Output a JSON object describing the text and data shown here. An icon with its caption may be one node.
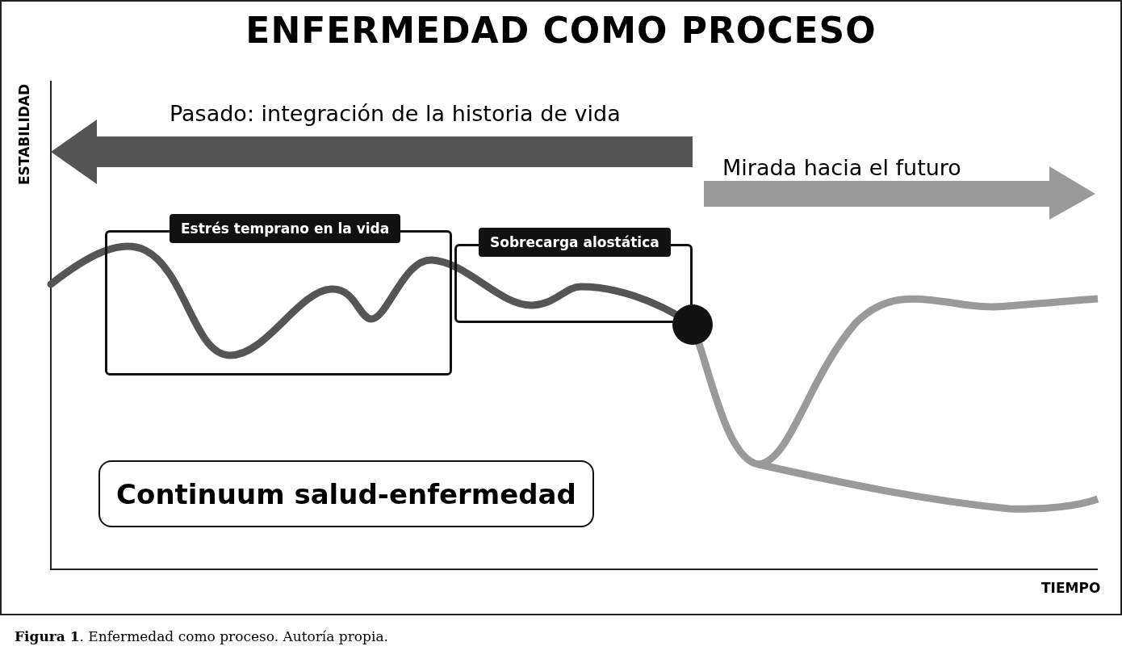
{
  "diagram": {
    "title": "ENFERMEDAD COMO PROCESO",
    "caption": "**Figura 1**. Enfermedad como proceso. Autoría propia.",
    "nodes": [
      {
        "text": [
          "Estrés temprano en la vida"
        ]
      },
      {
        "text": [
          "Sobrecarga alostática"
        ]
      },
      {
        "text": [],
        "shape": "circle"
      },
      {
        "text": [
          "Continuum salud-enfermedad"
        ]
      }
    ],
    "labels": [
      "ESTABILIDAD",
      "Pasado: integración de la historia de vida",
      "Mirada hacia el futuro",
      "TIEMPO"
    ]
  }
}
